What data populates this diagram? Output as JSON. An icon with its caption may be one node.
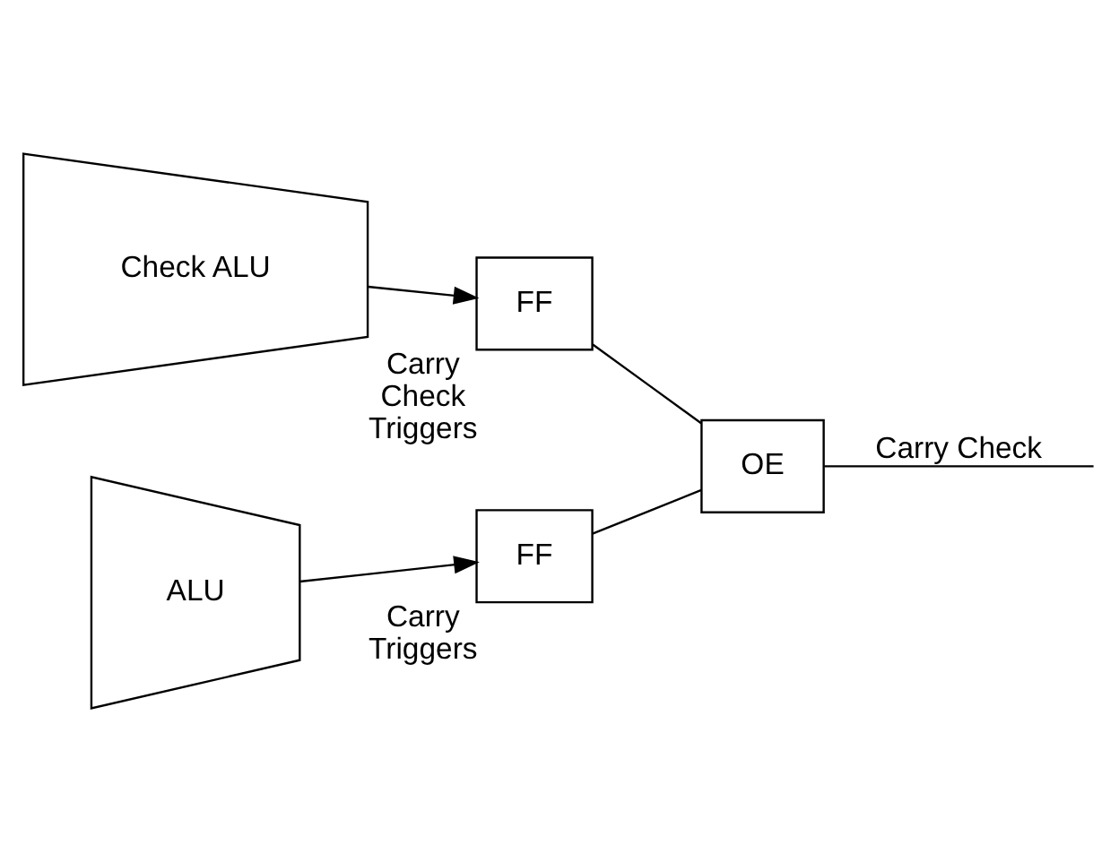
{
  "diagram": {
    "nodes": [
      {
        "text": [
          "Check ALU"
        ]
      },
      {
        "text": [
          "ALU"
        ]
      },
      {
        "text": [
          "FF"
        ],
        "beside": [
          "Carry Check Triggers"
        ]
      },
      {
        "text": [
          "FF"
        ],
        "beside": [
          "Carry Triggers"
        ]
      },
      {
        "text": [
          "OE"
        ]
      }
    ],
    "edges": [
      {
        "from": 0,
        "to": 2,
        "arrow": "to"
      },
      {
        "from": 1,
        "to": 3,
        "arrow": "to"
      },
      {
        "from": 2,
        "to": 4,
        "arrow": "none"
      },
      {
        "from": 3,
        "to": 4,
        "arrow": "none"
      },
      {
        "from": 4,
        "to": null,
        "arrow": "none",
        "label": "Carry Check"
      }
    ]
  }
}
